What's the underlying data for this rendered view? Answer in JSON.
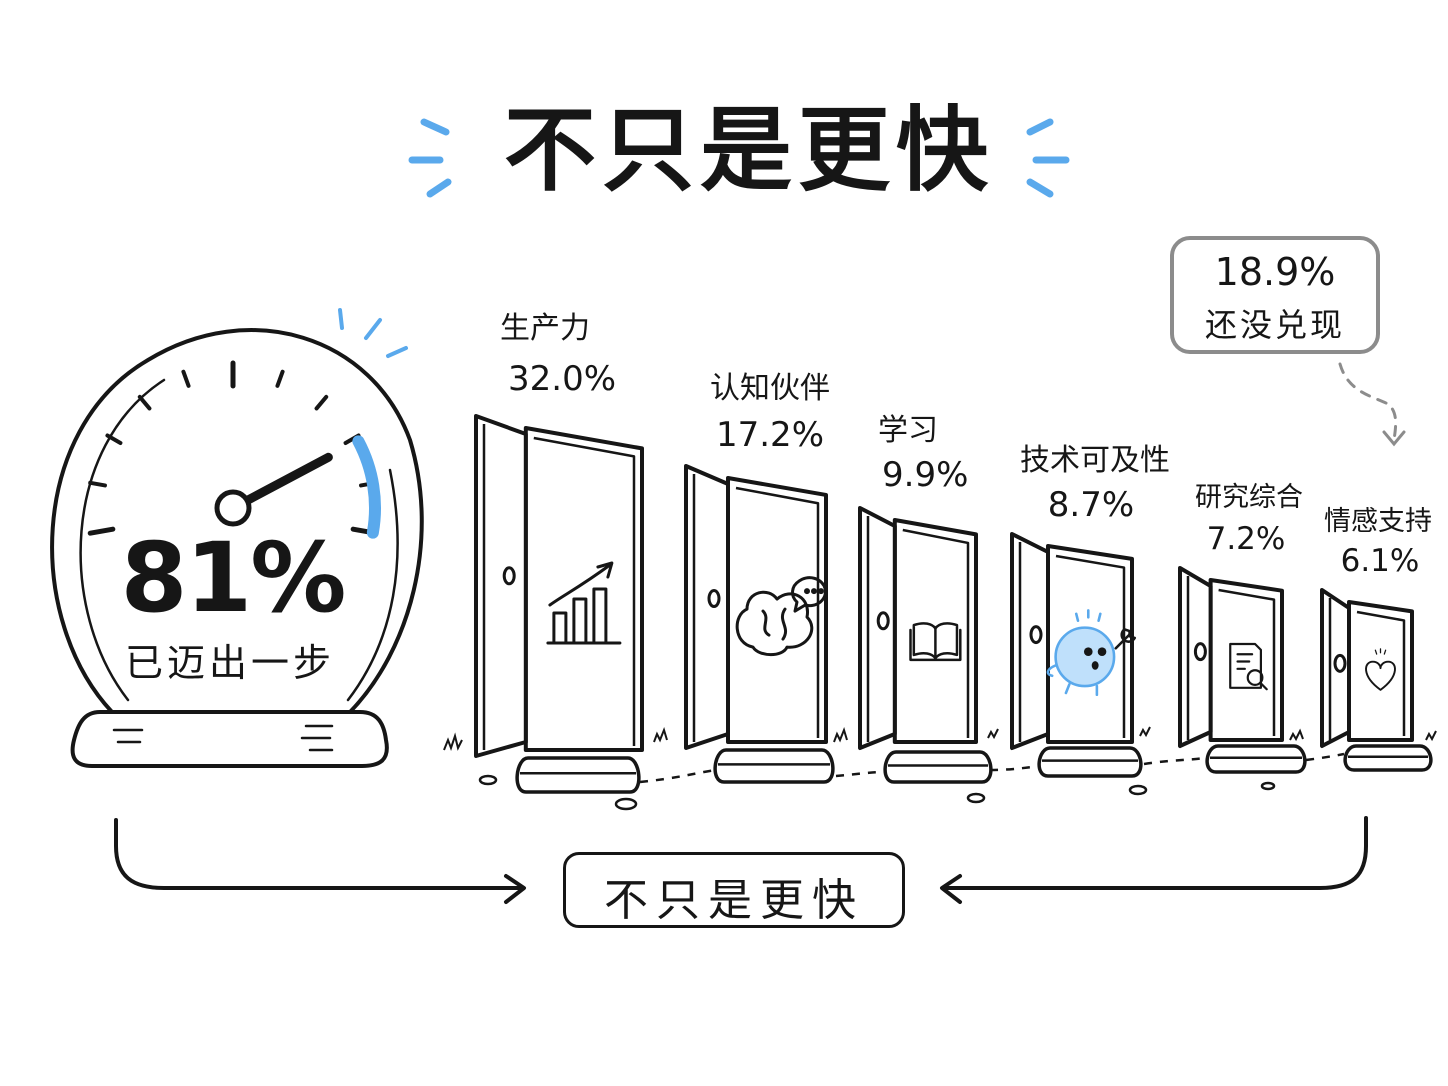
{
  "title": "不只是更快",
  "gauge": {
    "value": "81%",
    "caption": "已迈出一步",
    "level_percent": 81,
    "accent_color": "#5aa9ec"
  },
  "categories": [
    {
      "name": "生产力",
      "value": "32.0%",
      "icon": "bar-chart-growth-icon"
    },
    {
      "name": "认知伙伴",
      "value": "17.2%",
      "icon": "brain-chat-icon"
    },
    {
      "name": "学习",
      "value": "9.9%",
      "icon": "open-book-icon"
    },
    {
      "name": "技术可及性",
      "value": "8.7%",
      "icon": "robot-wrench-icon"
    },
    {
      "name": "研究综合",
      "value": "7.2%",
      "icon": "document-search-icon"
    },
    {
      "name": "情感支持",
      "value": "6.1%",
      "icon": "heart-icon"
    }
  ],
  "callout": {
    "value": "18.9%",
    "caption": "还没兑现"
  },
  "bottom_label": "不只是更快",
  "colors": {
    "ink": "#161616",
    "accent": "#5aa9ec",
    "accent_light": "#bfe0fb",
    "callout_border": "#8c8c8c"
  }
}
